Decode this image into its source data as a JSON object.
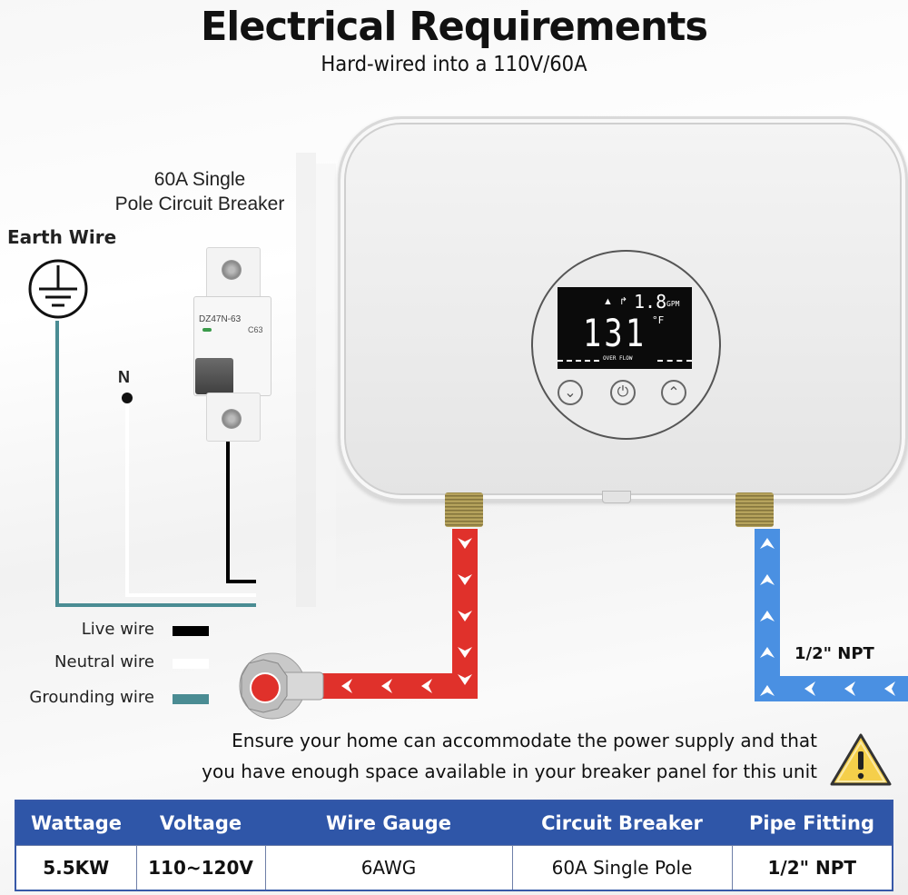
{
  "header": {
    "title": "Electrical Requirements",
    "subtitle": "Hard-wired into a 110V/60A"
  },
  "diagram": {
    "breaker_label_line1": "60A Single",
    "breaker_label_line2": "Pole Circuit Breaker",
    "earth_label": "Earth Wire",
    "neutral_terminal_label": "N",
    "breaker_model": "DZ47N-63",
    "breaker_rating": "C63",
    "pipe_label": "1/2\" NPT",
    "icons": {
      "earth": "ground-symbol-icon",
      "warning": "warning-triangle-icon",
      "valve": "water-valve-icon"
    },
    "colors": {
      "hot_pipe": "#e0312b",
      "cold_pipe": "#4a90e2",
      "live_wire": "#000000",
      "neutral_wire": "#ffffff",
      "ground_wire": "#4a8c93",
      "table_header": "#2f56a8",
      "warning": "#f5cf4a"
    }
  },
  "legend": [
    {
      "label": "Live wire",
      "color": "#000000"
    },
    {
      "label": "Neutral wire",
      "color": "#ffffff"
    },
    {
      "label": "Grounding wire",
      "color": "#4a8c93"
    }
  ],
  "heater_display": {
    "flow_value": "1.8",
    "flow_unit": "GPM",
    "temperature": "131",
    "temp_unit": "°F",
    "status_text": "OVER FLOW",
    "buttons": [
      "down",
      "power",
      "up"
    ]
  },
  "note": {
    "line1": "Ensure your home can accommodate the power supply and that",
    "line2": "you have enough space available in your breaker panel for this unit"
  },
  "spec_table": {
    "headers": [
      "Wattage",
      "Voltage",
      "Wire Gauge",
      "Circuit Breaker",
      "Pipe Fitting"
    ],
    "row": [
      "5.5KW",
      "110~120V",
      "6AWG",
      "60A Single Pole",
      "1/2\" NPT"
    ]
  }
}
